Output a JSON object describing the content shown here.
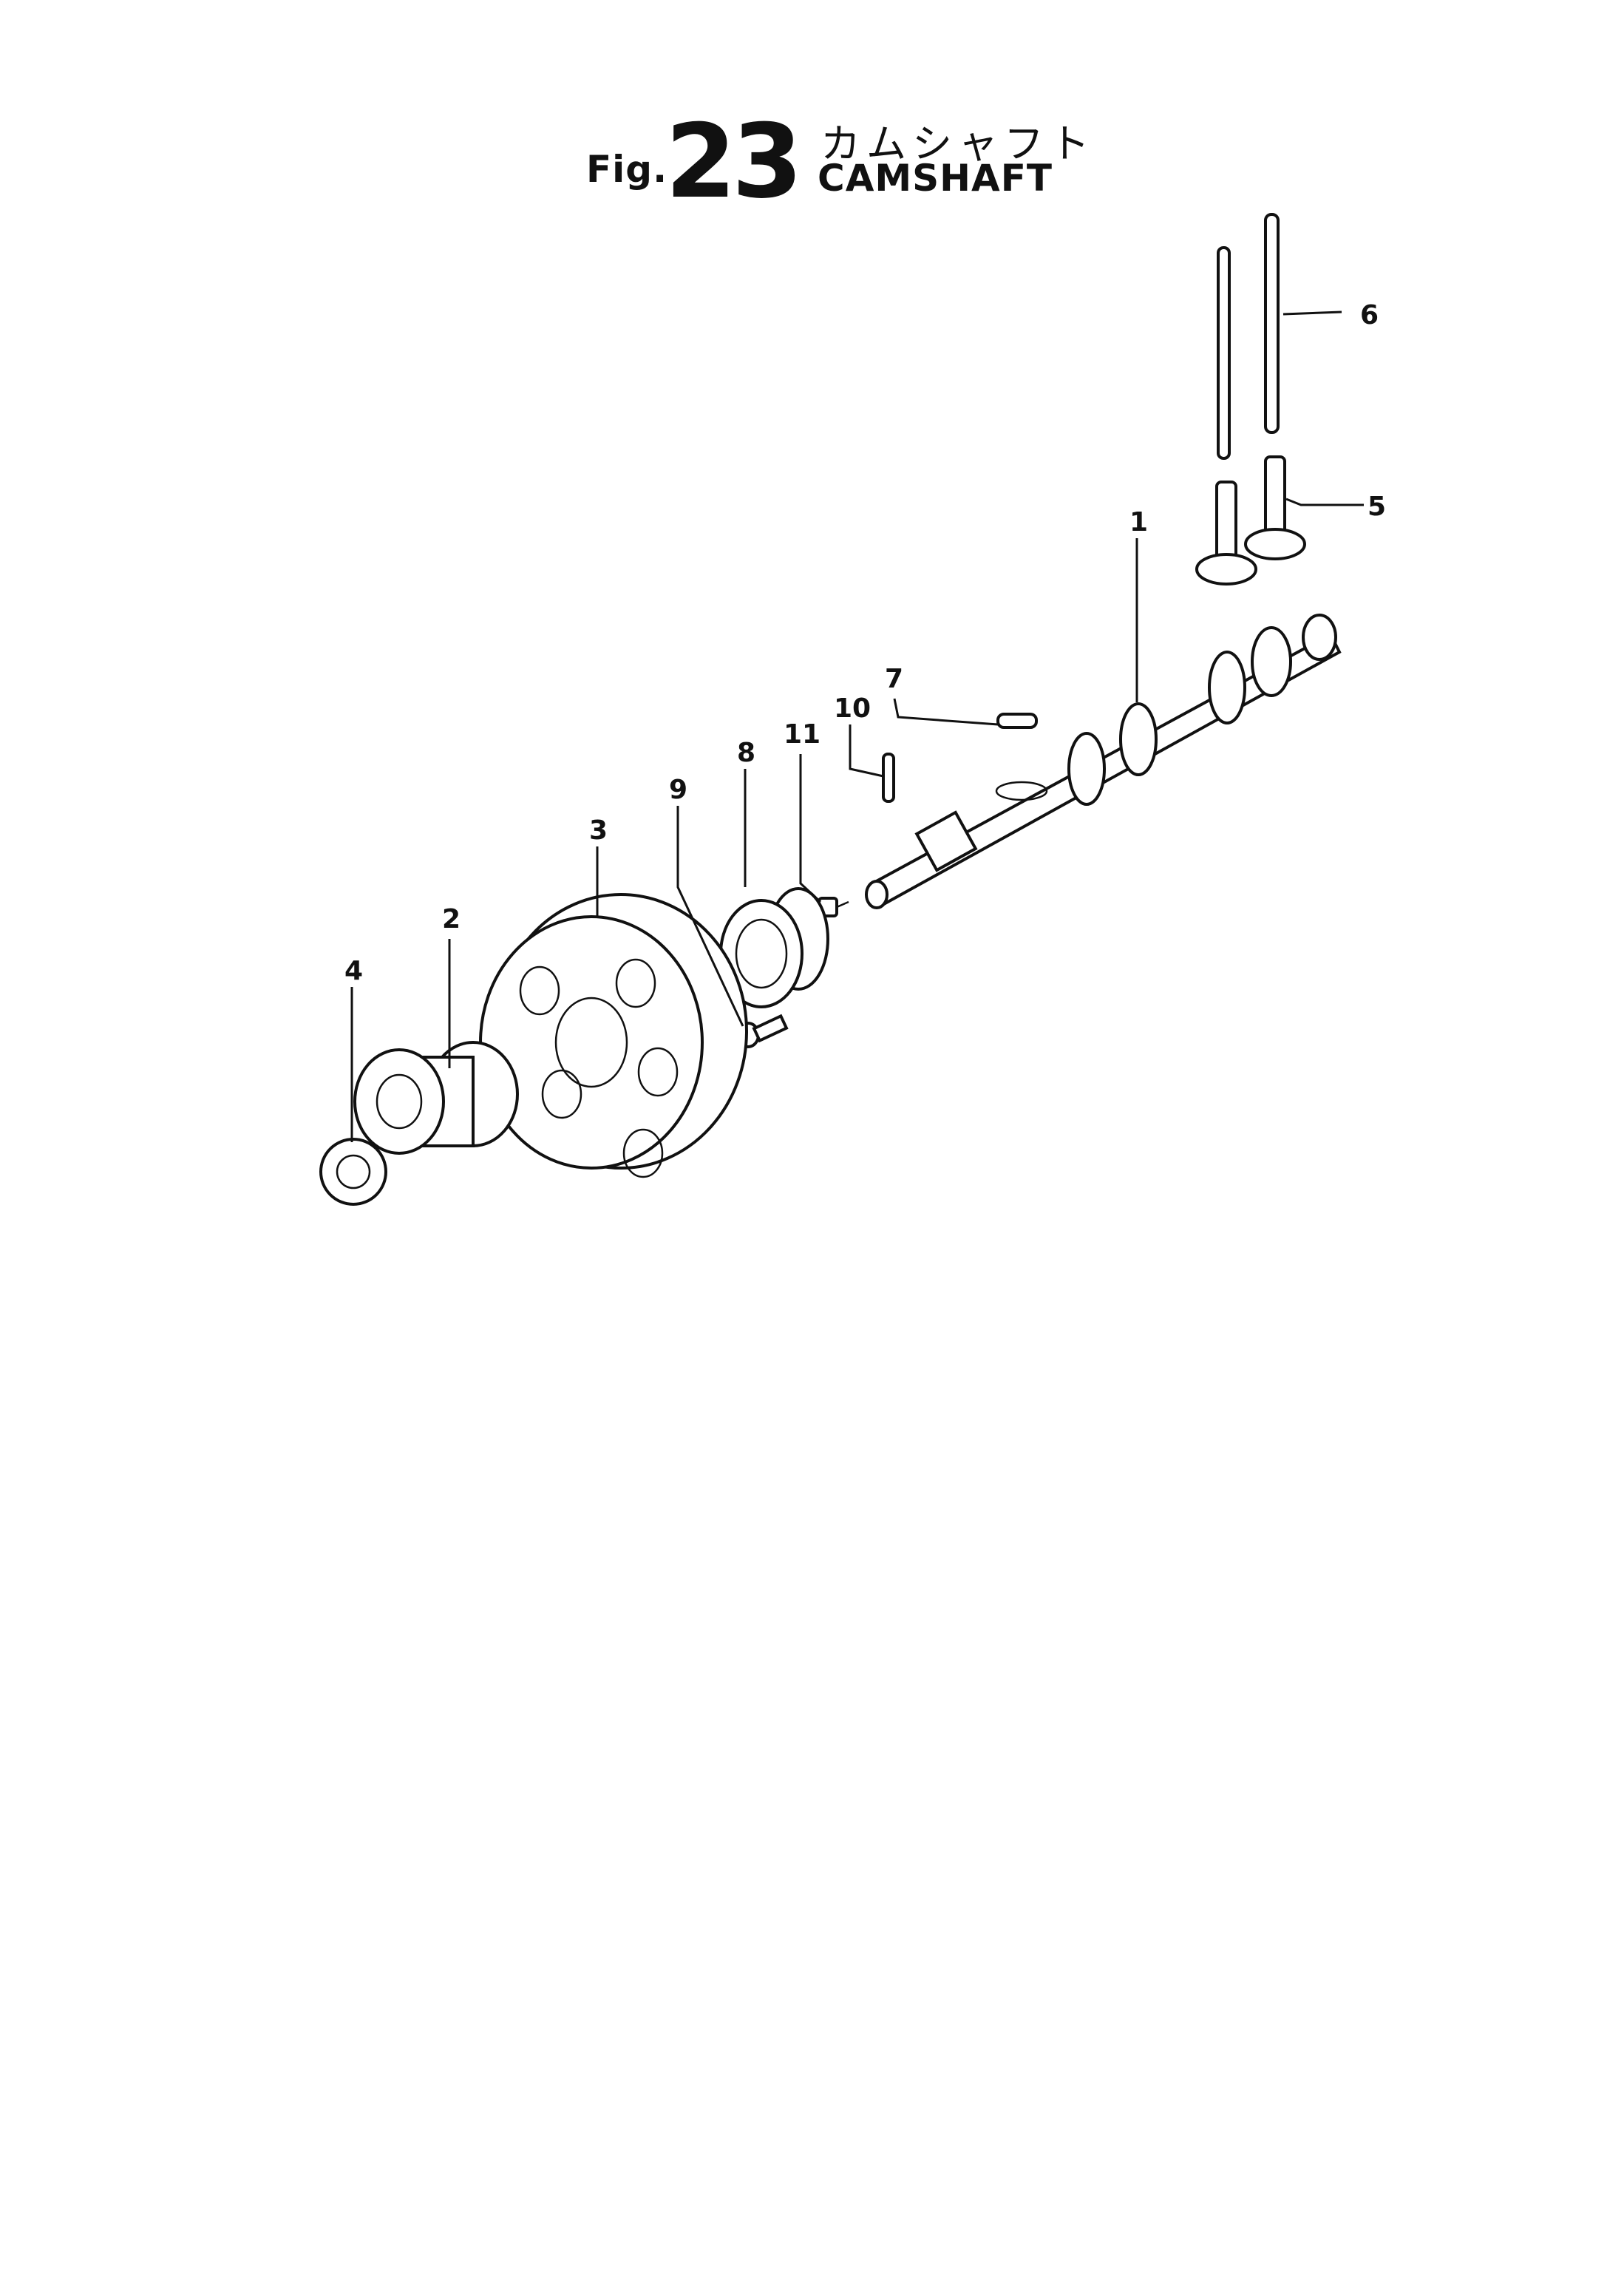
{
  "title": {
    "prefix": "Fig.",
    "number": "23",
    "japanese": "カムシャフト",
    "english": "CAMSHAFT"
  },
  "callouts": [
    "1",
    "2",
    "3",
    "4",
    "5",
    "6",
    "7",
    "8",
    "9",
    "10",
    "11"
  ]
}
